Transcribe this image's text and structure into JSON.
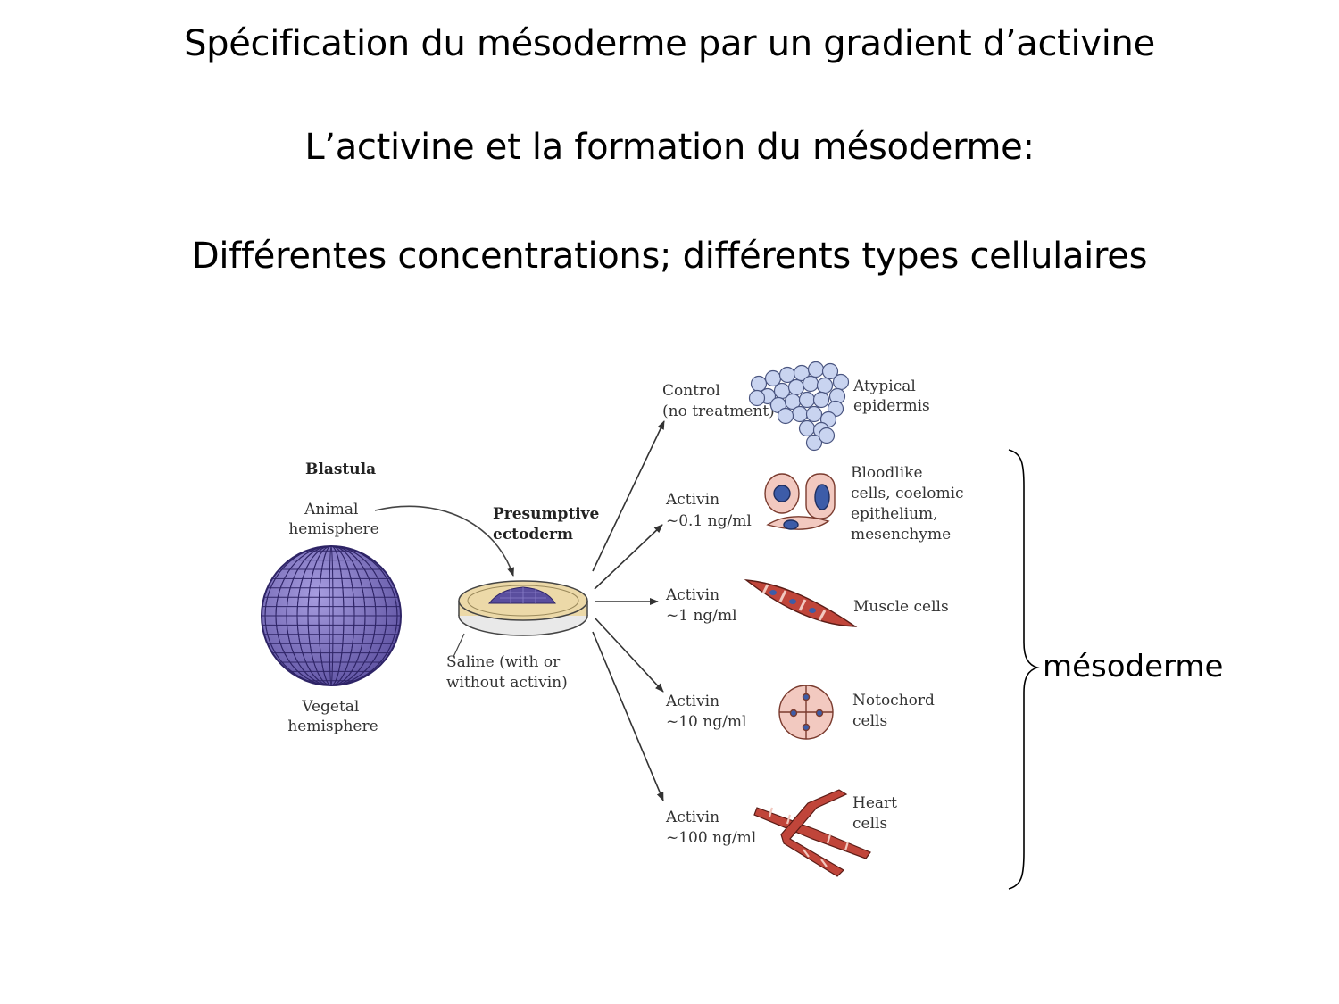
{
  "slide": {
    "title_1": "Spécification du mésoderme par un gradient d’activine",
    "title_2": "L’activine et la formation du mésoderme:",
    "title_3": "Différentes concentrations; différents types cellulaires"
  },
  "diagram": {
    "blastula": {
      "title": "Blastula",
      "animal": [
        "Animal",
        "hemisphere"
      ],
      "vegetal": [
        "Vegetal",
        "hemisphere"
      ]
    },
    "dish": {
      "title": [
        "Presumptive",
        "ectoderm"
      ],
      "saline": [
        "Saline (with or",
        "without activin)"
      ]
    },
    "treatments": [
      {
        "label": [
          "Control",
          "(no treatment)"
        ],
        "result": [
          "Atypical",
          "epidermis"
        ]
      },
      {
        "label": [
          "Activin",
          "~0.1 ng/ml"
        ],
        "result": [
          "Bloodlike",
          "cells, coelomic",
          "epithelium,",
          "mesenchyme"
        ]
      },
      {
        "label": [
          "Activin",
          "~1 ng/ml"
        ],
        "result": [
          "Muscle cells"
        ]
      },
      {
        "label": [
          "Activin",
          "~10 ng/ml"
        ],
        "result": [
          "Notochord",
          "cells"
        ]
      },
      {
        "label": [
          "Activin",
          "~100 ng/ml"
        ],
        "result": [
          "Heart",
          "cells"
        ]
      }
    ],
    "brace_label": "mésoderme"
  },
  "colors": {
    "blastula_fill": "#8a7fc9",
    "blastula_cell_line": "#2e2466",
    "dish_saline": "#ecd9a8",
    "cell_fill": "#f2c9c0",
    "nucleus_fill": "#3d5ca8",
    "muscle_fill": "#c0453a",
    "epidermis_fill": "#c9d4f0"
  }
}
